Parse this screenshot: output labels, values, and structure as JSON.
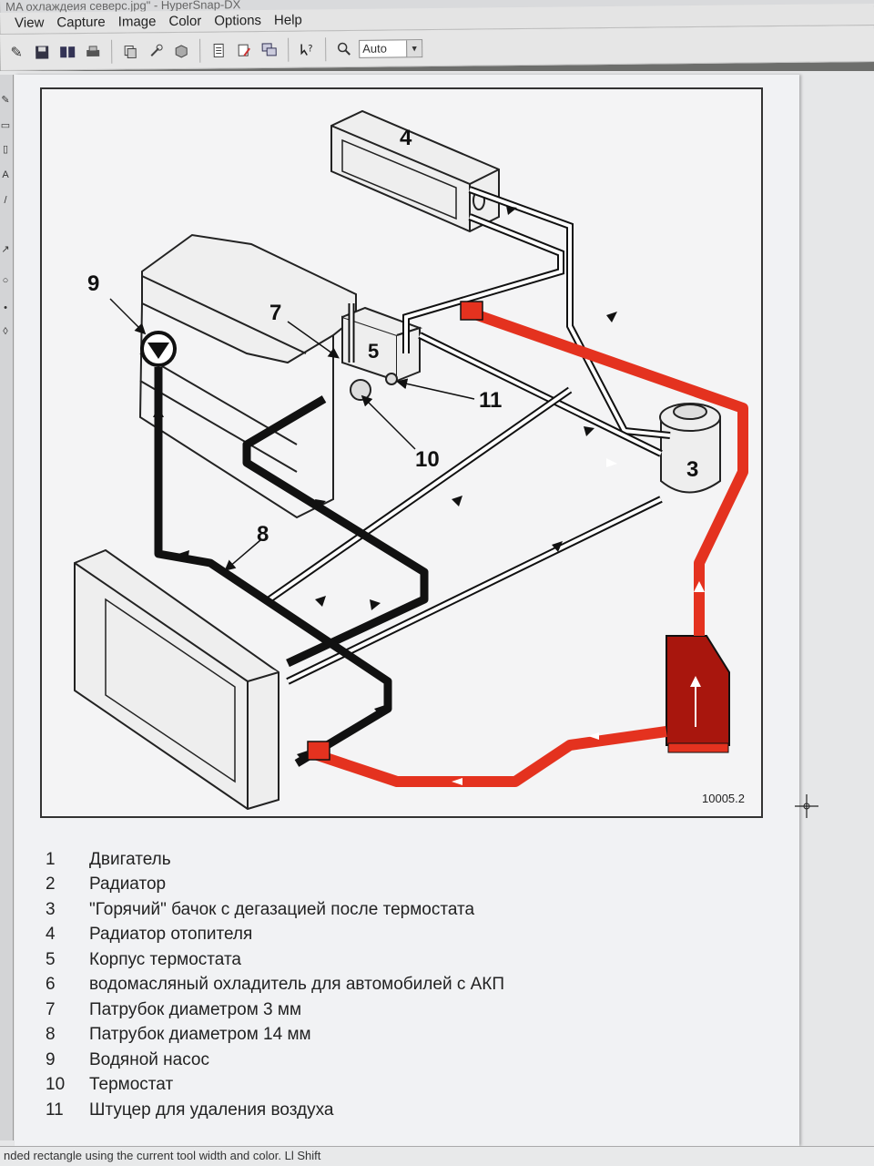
{
  "window": {
    "title": "MA охлаждеия северс.jpg\" - HyperSnap-DX"
  },
  "menu": {
    "items": [
      "View",
      "Capture",
      "Image",
      "Color",
      "Options",
      "Help"
    ]
  },
  "toolbar": {
    "zoom_value": "Auto"
  },
  "diagram": {
    "figure_id": "10005.2",
    "callouts": [
      "4",
      "9",
      "7",
      "5",
      "11",
      "10",
      "3",
      "8"
    ],
    "colors": {
      "hot_hose": "#e4321f",
      "hot_hose_dark": "#a8160d",
      "line": "#111111"
    }
  },
  "legend": {
    "items": [
      {
        "num": "1",
        "text": "Двигатель"
      },
      {
        "num": "2",
        "text": "Радиатор"
      },
      {
        "num": "3",
        "text": "\"Горячий\" бачок с дегазацией после термостата"
      },
      {
        "num": "4",
        "text": "Радиатор отопителя"
      },
      {
        "num": "5",
        "text": "Корпус термостата"
      },
      {
        "num": "6",
        "text": "водомасляный охладитель для автомобилей с АКП"
      },
      {
        "num": "7",
        "text": "Патрубок диаметром 3 мм"
      },
      {
        "num": "8",
        "text": "Патрубок диаметром 14 мм"
      },
      {
        "num": "9",
        "text": "Водяной насос"
      },
      {
        "num": "10",
        "text": "Термостат"
      },
      {
        "num": "11",
        "text": "Штуцер для удаления воздуха"
      }
    ]
  },
  "status": {
    "text": "nded rectangle using the current tool width and color. Ll Shift"
  }
}
